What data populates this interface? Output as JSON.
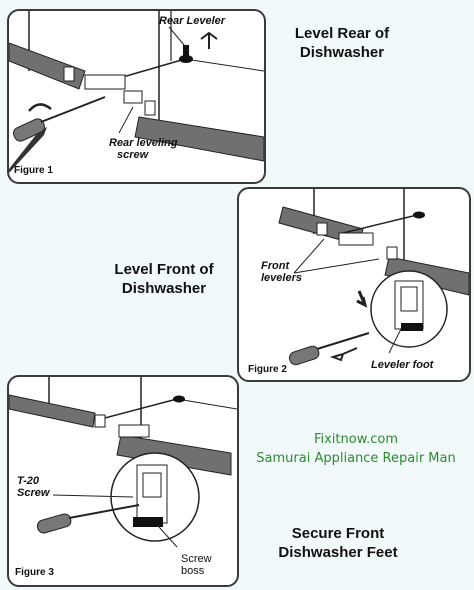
{
  "captions": {
    "rear": [
      "Level Rear of",
      "Dishwasher"
    ],
    "front": [
      "Level Front of",
      "Dishwasher"
    ],
    "feet": [
      "Secure Front",
      "Dishwasher Feet"
    ]
  },
  "figures": {
    "fig1": {
      "label": "Figure 1",
      "callouts": {
        "rear_leveler": "Rear  Leveler",
        "rear_screw": [
          "Rear leveling",
          "screw"
        ]
      }
    },
    "fig2": {
      "label": "Figure 2",
      "callouts": {
        "front_levelers": [
          "Front",
          "levelers"
        ],
        "leveler_foot": "Leveler foot"
      }
    },
    "fig3": {
      "label": "Figure 3",
      "callouts": {
        "t20_screw": [
          "T-20",
          "Screw"
        ],
        "screw_boss": [
          "Screw",
          "boss"
        ]
      }
    }
  },
  "credit": {
    "site": "Fixitnow.com",
    "name": "Samurai Appliance Repair Man"
  },
  "colors": {
    "background": "#f1f9fb",
    "credit_text": "#2e8b2e",
    "cabinet": "#6f6f6f"
  }
}
